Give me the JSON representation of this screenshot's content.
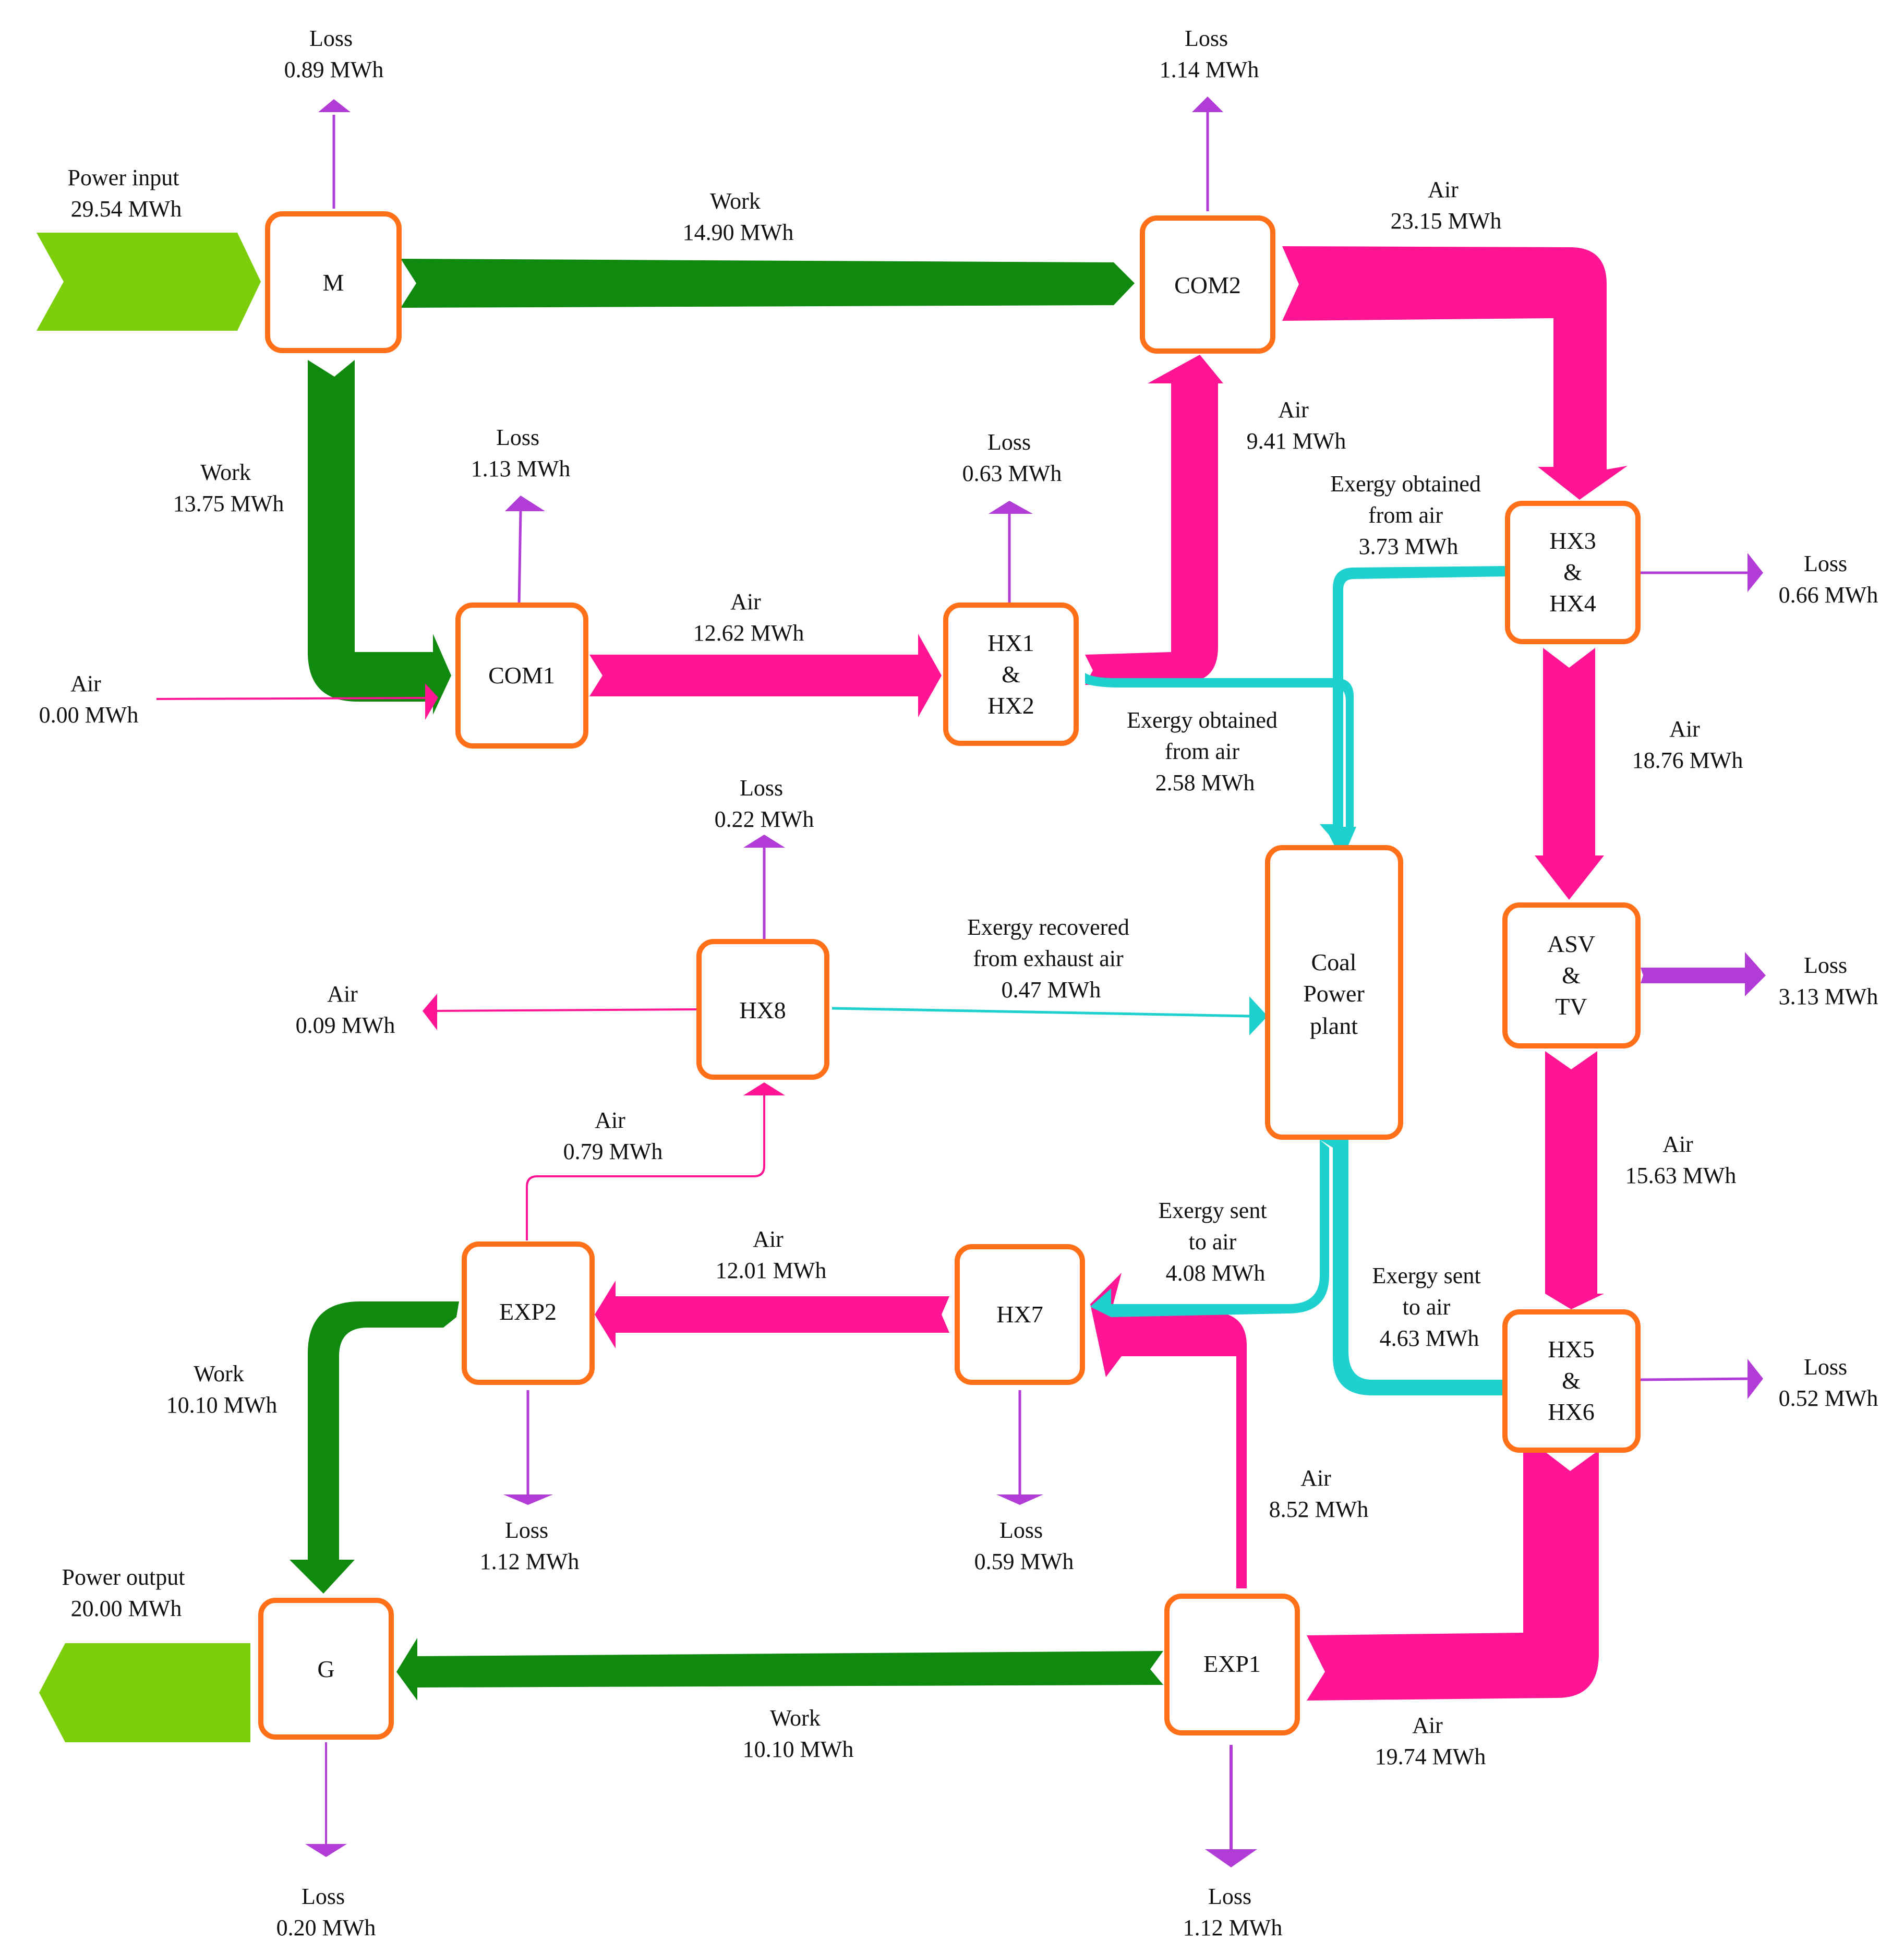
{
  "colors": {
    "work": "#0f8a0f",
    "power": "#7ccd0a",
    "air": "#ff1493",
    "exergy": "#1ed1cf",
    "loss": "#b23cd6",
    "node_border": "#ff7019"
  },
  "nodes": {
    "m": "M",
    "com2": "COM2",
    "com1": "COM1",
    "hx12": [
      "HX1",
      "&",
      "HX2"
    ],
    "hx34": [
      "HX3",
      "&",
      "HX4"
    ],
    "coal": [
      "Coal",
      "Power",
      "plant"
    ],
    "asv": [
      "ASV",
      "&",
      "TV"
    ],
    "hx8": "HX8",
    "hx56": [
      "HX5",
      "&",
      "HX6"
    ],
    "exp2": "EXP2",
    "hx7": "HX7",
    "g": "G",
    "exp1": "EXP1"
  },
  "flows": {
    "power_input": [
      "Power input",
      "29.54 MWh"
    ],
    "loss_m": [
      "Loss",
      "0.89 MWh"
    ],
    "work_m_com2": [
      "Work",
      "14.90 MWh"
    ],
    "loss_com2": [
      "Loss",
      "1.14 MWh"
    ],
    "air_com2_hx34": [
      "Air",
      "23.15 MWh"
    ],
    "work_m_com1": [
      "Work",
      "13.75 MWh"
    ],
    "loss_com1": [
      "Loss",
      "1.13 MWh"
    ],
    "loss_hx12": [
      "Loss",
      "0.63 MWh"
    ],
    "air_hx12_com2": [
      "Air",
      "9.41 MWh"
    ],
    "exergy_hx34_coal": [
      "Exergy obtained",
      "from air",
      "3.73 MWh"
    ],
    "air_in": [
      "Air",
      "0.00 MWh"
    ],
    "air_com1_hx12": [
      "Air",
      "12.62 MWh"
    ],
    "loss_hx34": [
      "Loss",
      "0.66 MWh"
    ],
    "exergy_hx12_coal": [
      "Exergy obtained",
      "from air",
      "2.58 MWh"
    ],
    "air_hx34_asv": [
      "Air",
      "18.76 MWh"
    ],
    "loss_hx8": [
      "Loss",
      "0.22 MWh"
    ],
    "exergy_hx8_coal": [
      "Exergy recovered",
      "from exhaust air",
      "0.47 MWh"
    ],
    "air_hx8_out": [
      "Air",
      "0.09 MWh"
    ],
    "loss_asv": [
      "Loss",
      "3.13 MWh"
    ],
    "air_exp2_hx8": [
      "Air",
      "0.79 MWh"
    ],
    "air_asv_hx56": [
      "Air",
      "15.63 MWh"
    ],
    "exergy_coal_hx7": [
      "Exergy sent",
      "to air",
      "4.08 MWh"
    ],
    "air_hx7_exp2": [
      "Air",
      "12.01 MWh"
    ],
    "exergy_coal_hx56": [
      "Exergy sent",
      "to air",
      "4.63 MWh"
    ],
    "loss_hx56": [
      "Loss",
      "0.52 MWh"
    ],
    "work_exp2_g": [
      "Work",
      "10.10 MWh"
    ],
    "loss_exp2": [
      "Loss",
      "1.12 MWh"
    ],
    "loss_hx7": [
      "Loss",
      "0.59 MWh"
    ],
    "air_exp1_hx7": [
      "Air",
      "8.52 MWh"
    ],
    "power_output": [
      "Power output",
      "20.00 MWh"
    ],
    "work_exp1_g": [
      "Work",
      "10.10 MWh"
    ],
    "air_hx56_exp1": [
      "Air",
      "19.74 MWh"
    ],
    "loss_g": [
      "Loss",
      "0.20 MWh"
    ],
    "loss_exp1": [
      "Loss",
      "1.12 MWh"
    ]
  }
}
